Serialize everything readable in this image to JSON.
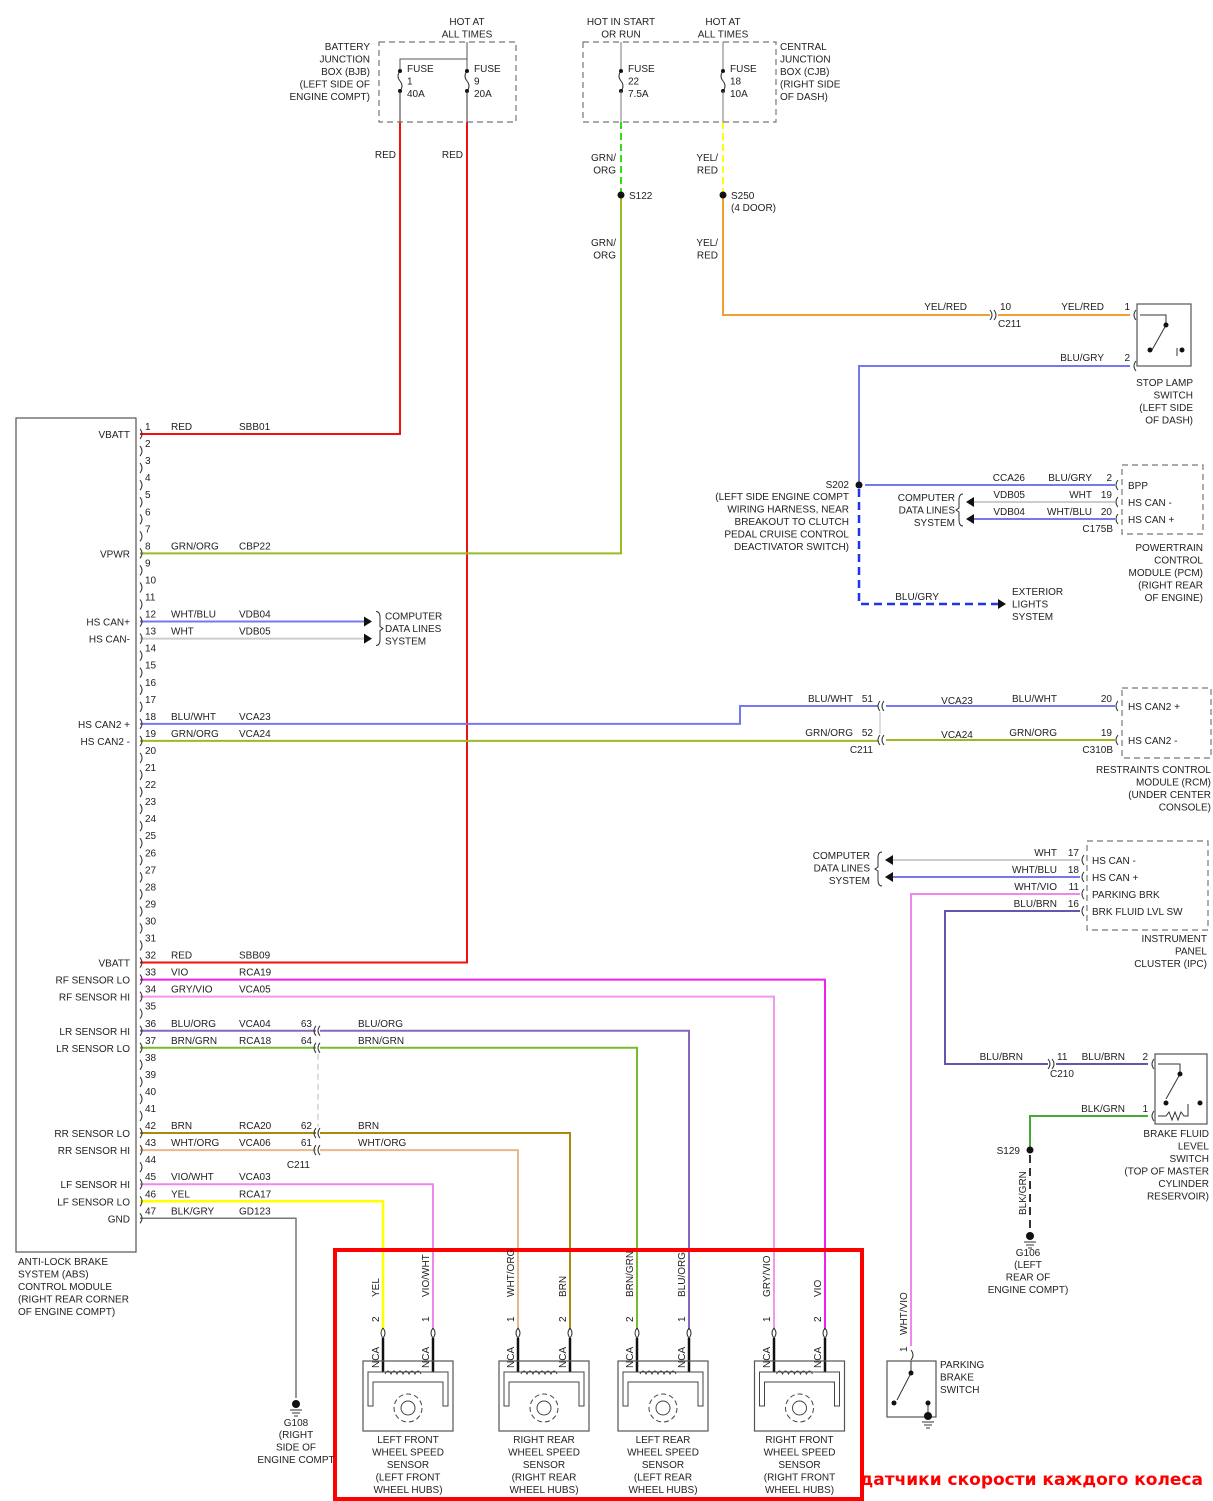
{
  "title": "ABS wiring diagram",
  "annotation": "датчики скорости каждого колеса",
  "power_sources": {
    "bjb": {
      "label": [
        "BATTERY",
        "JUNCTION",
        "BOX (BJB)",
        "(LEFT SIDE OF",
        "ENGINE COMPT)"
      ],
      "hot": [
        "HOT AT",
        "ALL TIMES"
      ],
      "fuses": [
        {
          "name": "FUSE",
          "num": "1",
          "amps": "40A",
          "wire": "RED"
        },
        {
          "name": "FUSE",
          "num": "9",
          "amps": "20A",
          "wire": "RED"
        }
      ]
    },
    "cjb": {
      "label": [
        "CENTRAL",
        "JUNCTION",
        "BOX (CJB)",
        "(RIGHT SIDE",
        "OF DASH)"
      ],
      "hot_start": [
        "HOT IN START",
        "OR RUN"
      ],
      "hot_all": [
        "HOT AT",
        "ALL TIMES"
      ],
      "fuses": [
        {
          "name": "FUSE",
          "num": "22",
          "amps": "7.5A",
          "wire_top": [
            "GRN/",
            "ORG"
          ],
          "splice": "S122",
          "wire_bottom": [
            "GRN/",
            "ORG"
          ]
        },
        {
          "name": "FUSE",
          "num": "18",
          "amps": "10A",
          "wire_top": [
            "YEL/",
            "RED"
          ],
          "splice": "S250",
          "splice_note": "(4 DOOR)",
          "wire_bottom": [
            "YEL/",
            "RED"
          ]
        }
      ]
    }
  },
  "abs_module": {
    "label": [
      "ANTI-LOCK BRAKE",
      "SYSTEM (ABS)",
      "CONTROL MODULE",
      "(RIGHT REAR CORNER",
      "OF ENGINE COMPT)"
    ],
    "pins": [
      {
        "n": "1",
        "fn": "VBATT",
        "color": "RED",
        "circuit": "SBB01"
      },
      {
        "n": "2"
      },
      {
        "n": "3"
      },
      {
        "n": "4"
      },
      {
        "n": "5"
      },
      {
        "n": "6"
      },
      {
        "n": "7"
      },
      {
        "n": "8",
        "fn": "VPWR",
        "color": "GRN/ORG",
        "circuit": "CBP22"
      },
      {
        "n": "9"
      },
      {
        "n": "10"
      },
      {
        "n": "11"
      },
      {
        "n": "12",
        "fn": "HS CAN+",
        "color": "WHT/BLU",
        "circuit": "VDB04"
      },
      {
        "n": "13",
        "fn": "HS CAN-",
        "color": "WHT",
        "circuit": "VDB05"
      },
      {
        "n": "14"
      },
      {
        "n": "15"
      },
      {
        "n": "16"
      },
      {
        "n": "17"
      },
      {
        "n": "18",
        "fn": "HS CAN2 +",
        "color": "BLU/WHT",
        "circuit": "VCA23"
      },
      {
        "n": "19",
        "fn": "HS CAN2 -",
        "color": "GRN/ORG",
        "circuit": "VCA24"
      },
      {
        "n": "20"
      },
      {
        "n": "21"
      },
      {
        "n": "22"
      },
      {
        "n": "23"
      },
      {
        "n": "24"
      },
      {
        "n": "25"
      },
      {
        "n": "26"
      },
      {
        "n": "27"
      },
      {
        "n": "28"
      },
      {
        "n": "29"
      },
      {
        "n": "30"
      },
      {
        "n": "31"
      },
      {
        "n": "32",
        "fn": "VBATT",
        "color": "RED",
        "circuit": "SBB09"
      },
      {
        "n": "33",
        "fn": "RF SENSOR LO",
        "color": "VIO",
        "circuit": "RCA19"
      },
      {
        "n": "34",
        "fn": "RF SENSOR HI",
        "color": "GRY/VIO",
        "circuit": "VCA05"
      },
      {
        "n": "35"
      },
      {
        "n": "36",
        "fn": "LR SENSOR HI",
        "color": "BLU/ORG",
        "circuit": "VCA04",
        "c211": "63",
        "color2": "BLU/ORG"
      },
      {
        "n": "37",
        "fn": "LR SENSOR LO",
        "color": "BRN/GRN",
        "circuit": "RCA18",
        "c211": "64",
        "color2": "BRN/GRN"
      },
      {
        "n": "38"
      },
      {
        "n": "39"
      },
      {
        "n": "40"
      },
      {
        "n": "41"
      },
      {
        "n": "42",
        "fn": "RR SENSOR LO",
        "color": "BRN",
        "circuit": "RCA20",
        "c211": "62",
        "color2": "BRN"
      },
      {
        "n": "43",
        "fn": "RR SENSOR HI",
        "color": "WHT/ORG",
        "circuit": "VCA06",
        "c211": "61",
        "color2": "WHT/ORG"
      },
      {
        "n": "44"
      },
      {
        "n": "45",
        "fn": "LF SENSOR HI",
        "color": "VIO/WHT",
        "circuit": "VCA03"
      },
      {
        "n": "46",
        "fn": "LF SENSOR LO",
        "color": "YEL",
        "circuit": "RCA17"
      },
      {
        "n": "47",
        "fn": "GND",
        "color": "BLK/GRY",
        "circuit": "GD123"
      }
    ],
    "c211_label": "C211",
    "data_lines": [
      "COMPUTER",
      "DATA LINES",
      "SYSTEM"
    ]
  },
  "ground_g108": {
    "id": "G108",
    "label": [
      "(RIGHT",
      "SIDE OF",
      "ENGINE COMPT"
    ]
  },
  "stop_lamp": {
    "c211_pin": "10",
    "c211": "C211",
    "wire_in": "YEL/RED",
    "wire_out": "YEL/RED",
    "pin1": "1",
    "pin2": "2",
    "wire2": "BLU/GRY",
    "label": [
      "STOP LAMP",
      "SWITCH",
      "(LEFT SIDE",
      "OF DASH)"
    ]
  },
  "s202": {
    "id": "S202",
    "label": [
      "(LEFT SIDE ENGINE COMPT",
      "WIRING HARNESS, NEAR",
      "BREAKOUT TO CLUTCH",
      "PEDAL CRUISE CONTROL",
      "DEACTIVATOR SWITCH)"
    ],
    "exterior_wire": "BLU/GRY",
    "exterior": [
      "EXTERIOR",
      "LIGHTS",
      "SYSTEM"
    ]
  },
  "pcm": {
    "connector": "C175B",
    "rows": [
      {
        "circuit": "CCA26",
        "color": "BLU/GRY",
        "pin": "2",
        "fn": "BPP"
      },
      {
        "circuit": "VDB05",
        "color": "WHT",
        "pin": "19",
        "fn": "HS CAN -"
      },
      {
        "circuit": "VDB04",
        "color": "WHT/BLU",
        "pin": "20",
        "fn": "HS CAN +"
      }
    ],
    "data_lines": [
      "COMPUTER",
      "DATA LINES",
      "SYSTEM"
    ],
    "label": [
      "POWERTRAIN",
      "CONTROL",
      "MODULE (PCM)",
      "(RIGHT REAR",
      "OF ENGINE)"
    ]
  },
  "rcm": {
    "c211": "C211",
    "connector": "C310B",
    "rows": [
      {
        "color_in": "BLU/WHT",
        "c211_pin": "51",
        "circuit": "VCA23",
        "color": "BLU/WHT",
        "pin": "20",
        "fn": "HS CAN2 +"
      },
      {
        "color_in": "GRN/ORG",
        "c211_pin": "52",
        "circuit": "VCA24",
        "color": "GRN/ORG",
        "pin": "19",
        "fn": "HS CAN2 -"
      }
    ],
    "label": [
      "RESTRAINTS CONTROL",
      "MODULE (RCM)",
      "(UNDER CENTER",
      "CONSOLE)"
    ]
  },
  "ipc": {
    "rows": [
      {
        "color": "WHT",
        "pin": "17",
        "fn": "HS CAN -"
      },
      {
        "color": "WHT/BLU",
        "pin": "18",
        "fn": "HS CAN +"
      },
      {
        "color": "WHT/VIO",
        "pin": "11",
        "fn": "PARKING BRK"
      },
      {
        "color": "BLU/BRN",
        "pin": "16",
        "fn": "BRK FLUID LVL SW"
      }
    ],
    "data_lines": [
      "COMPUTER",
      "DATA LINES",
      "SYSTEM"
    ],
    "label": [
      "INSTRUMENT",
      "PANEL",
      "CLUSTER (IPC)"
    ]
  },
  "brake_fluid": {
    "wire_in": "BLU/BRN",
    "c210_pin": "11",
    "c210": "C210",
    "wire_out": "BLU/BRN",
    "pin2": "2",
    "gnd_wire": "BLK/GRN",
    "pin1": "1",
    "splice": "S129",
    "splice_wire": "BLK/GRN",
    "label": [
      "BRAKE FLUID",
      "LEVEL",
      "SWITCH",
      "(TOP OF MASTER",
      "CYLINDER",
      "RESERVOIR)"
    ],
    "ground": {
      "id": "G106",
      "label": [
        "(LEFT",
        "REAR OF",
        "ENGINE COMPT)"
      ]
    }
  },
  "parking_brake": {
    "wire": "WHT/VIO",
    "pin": "1",
    "label": [
      "PARKING",
      "BRAKE",
      "SWITCH"
    ]
  },
  "sensors": [
    {
      "label": [
        "LEFT FRONT",
        "WHEEL SPEED",
        "SENSOR",
        "(LEFT FRONT",
        "WHEEL HUBS)"
      ],
      "a": {
        "pin": "2",
        "color": "YEL"
      },
      "b": {
        "pin": "1",
        "color": "VIO/WHT"
      },
      "nca": "NCA"
    },
    {
      "label": [
        "RIGHT REAR",
        "WHEEL SPEED",
        "SENSOR",
        "(RIGHT REAR",
        "WHEEL HUBS)"
      ],
      "a": {
        "pin": "1",
        "color": "WHT/ORG"
      },
      "b": {
        "pin": "2",
        "color": "BRN"
      },
      "nca": "NCA"
    },
    {
      "label": [
        "LEFT REAR",
        "WHEEL SPEED",
        "SENSOR",
        "(LEFT REAR",
        "WHEEL HUBS)"
      ],
      "a": {
        "pin": "2",
        "color": "BRN/GRN"
      },
      "b": {
        "pin": "1",
        "color": "BLU/ORG"
      },
      "nca": "NCA"
    },
    {
      "label": [
        "RIGHT FRONT",
        "WHEEL SPEED",
        "SENSOR",
        "(RIGHT FRONT",
        "WHEEL HUBS)"
      ],
      "a": {
        "pin": "1",
        "color": "GRY/VIO"
      },
      "b": {
        "pin": "2",
        "color": "VIO"
      },
      "nca": "NCA"
    }
  ],
  "colors": {
    "red": "#ee1111",
    "grn_org": "#99bb22",
    "yel_red": "#f0a030",
    "blu": "#7777ee",
    "wht": "#cccccc",
    "vio": "#ee22ee",
    "gry_vio": "#ee99ee",
    "blu_org": "#8866bb",
    "brn_grn": "#77bb33",
    "brn": "#aa8811",
    "wht_org": "#e8b888",
    "vio_wht": "#ee88ee",
    "yel": "#ffff00",
    "gnd": "#777777",
    "blu_brn": "#6655aa",
    "blk_grn": "#44aa33",
    "highlight": "#ff0000"
  }
}
